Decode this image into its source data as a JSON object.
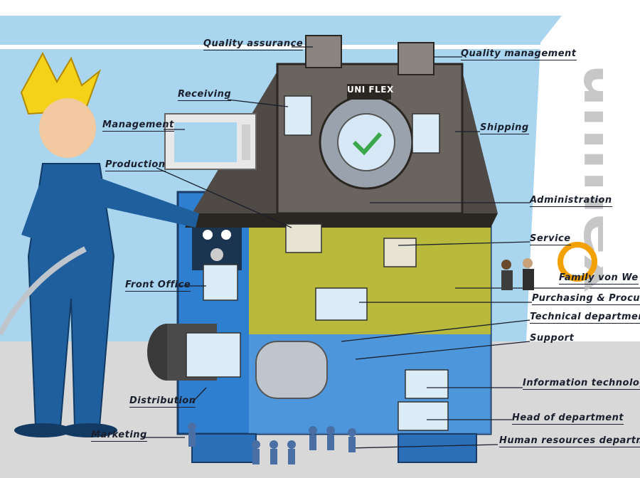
{
  "illustration": {
    "brand_plate": "UNI FLEX",
    "watermark_text": "uniflex",
    "colors": {
      "sky": "#a9d6ee",
      "machine_blue": "#2f7fd0",
      "machine_top": "#5f5a55",
      "oil_yellow": "#c9c12a",
      "worker_blue": "#1f5f9e",
      "crown_yellow": "#f4d21a",
      "accent_orange": "#f2a100"
    }
  },
  "labels": {
    "quality_assurance": "Quality assurance",
    "quality_management": "Quality management",
    "receiving": "Receiving",
    "management": "Management",
    "shipping": "Shipping",
    "production": "Production",
    "administration": "Administration",
    "service": "Service",
    "family": "Family von We",
    "purchasing": "Purchasing & Procure",
    "technical_department": "Technical department",
    "support": "Support",
    "front_office": "Front Office",
    "information_technology": "Information technology",
    "distribution": "Distribution",
    "head_of_department": "Head of department",
    "marketing": "Marketing",
    "human_resources": "Human resources department"
  }
}
